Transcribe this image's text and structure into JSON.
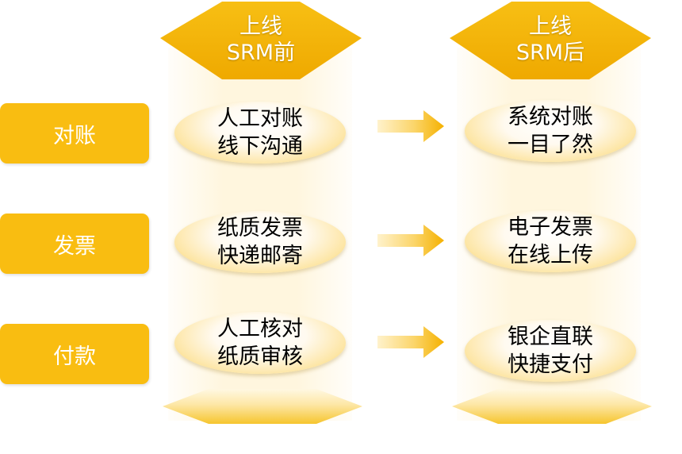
{
  "columns": {
    "before": {
      "line1": "上线",
      "line2": "SRM前"
    },
    "after": {
      "line1": "上线",
      "line2": "SRM后"
    }
  },
  "rows": [
    {
      "label": "对账",
      "before": [
        "人工对账",
        "线下沟通"
      ],
      "after": [
        "系统对账",
        "一目了然"
      ]
    },
    {
      "label": "发票",
      "before": [
        "纸质发票",
        "快递邮寄"
      ],
      "after": [
        "电子发票",
        "在线上传"
      ]
    },
    {
      "label": "付款",
      "before": [
        "人工核对",
        "纸质审核"
      ],
      "after": [
        "银企直联",
        "快捷支付"
      ]
    }
  ],
  "colors": {
    "accent": "#f9bd11",
    "header": "#f5b800",
    "pill_edge": "#f6c33b",
    "band": "#fff6de"
  }
}
